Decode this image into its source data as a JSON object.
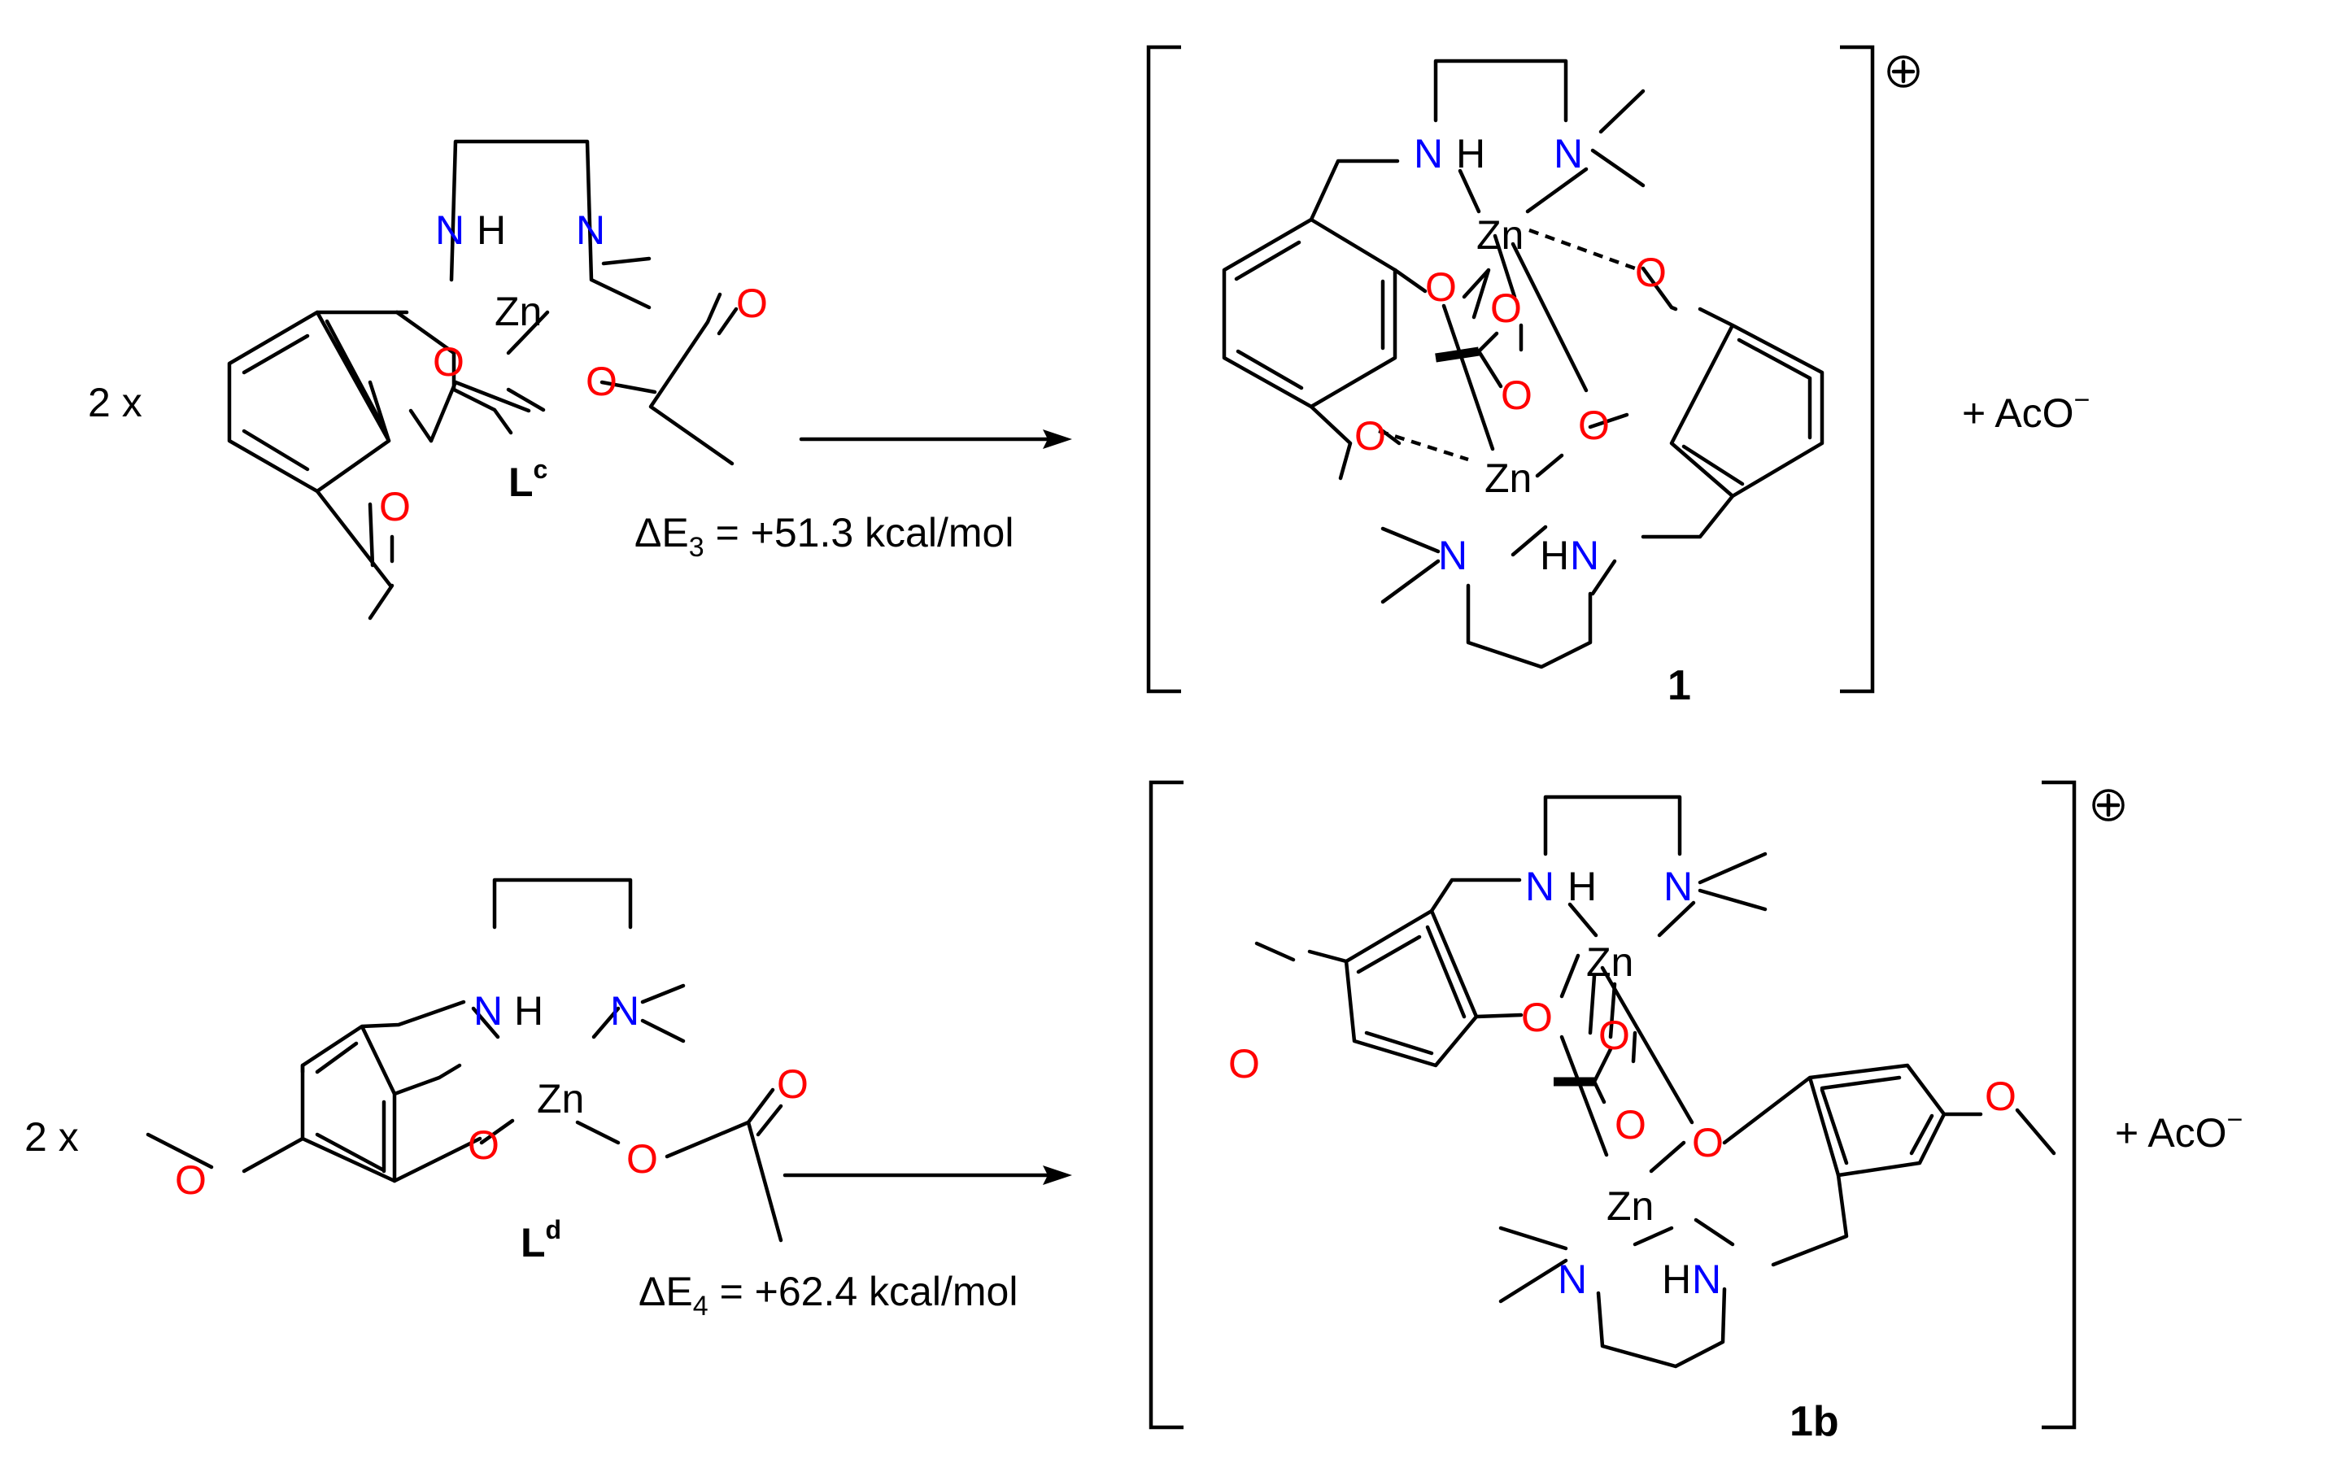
{
  "colors": {
    "oxygen": "#ff0000",
    "nitrogen": "#0000ff",
    "text": "#000000"
  },
  "atoms": {
    "O": "O",
    "N": "N",
    "NH": "NH",
    "HN": "HN",
    "H": "H",
    "Zn": "Zn"
  },
  "reaction1": {
    "multiplier": "2 x",
    "reactant_label_main": "L",
    "reactant_label_sup": "c",
    "energy_prefix": "ΔE",
    "energy_sub": "3",
    "energy_value": " = +51.3 kcal/mol",
    "product_label": "1",
    "charge": "+",
    "byproduct": "+ AcO",
    "byproduct_sup": "−"
  },
  "reaction2": {
    "multiplier": "2 x",
    "reactant_label_main": "L",
    "reactant_label_sup": "d",
    "energy_prefix": "ΔE",
    "energy_sub": "4",
    "energy_value": " = +62.4 kcal/mol",
    "product_label": "1b",
    "charge": "+",
    "byproduct": "+ AcO",
    "byproduct_sup": "−"
  }
}
